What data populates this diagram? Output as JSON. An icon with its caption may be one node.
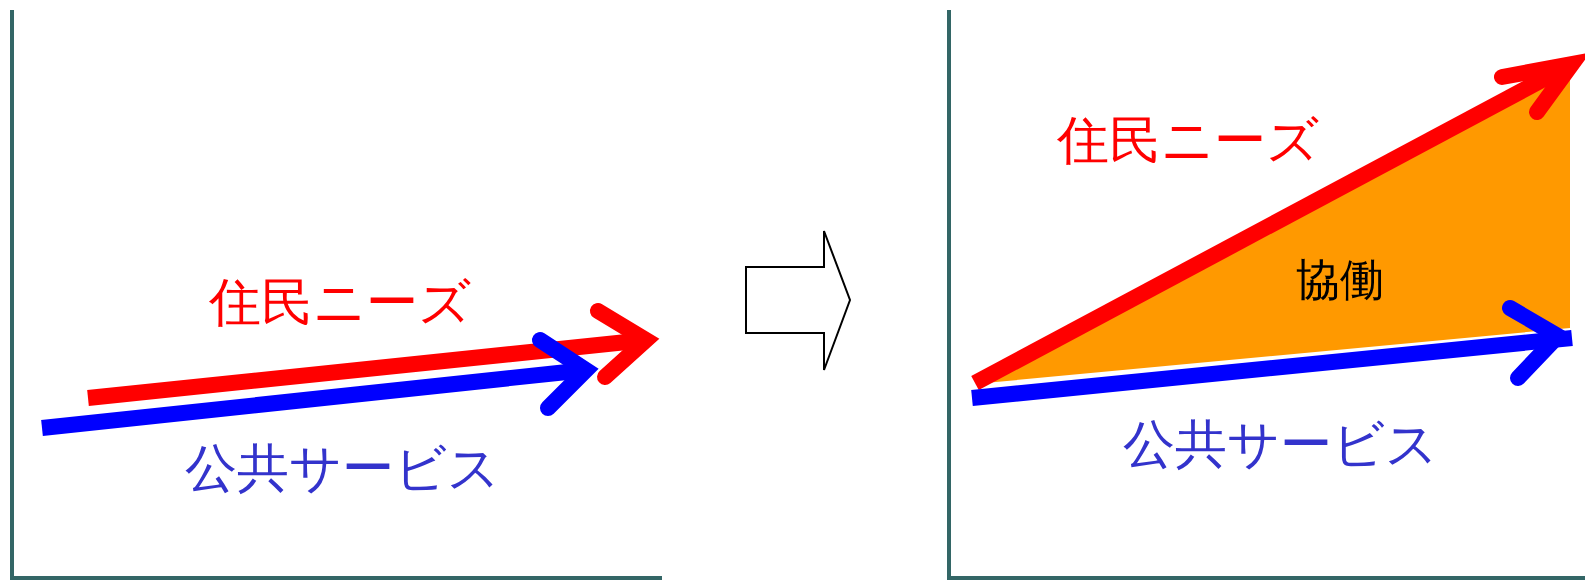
{
  "diagram": {
    "nodes": [
      {
        "text": [
          "協働"
        ]
      }
    ],
    "labels": [
      "住民ニーズ",
      "公共サービス",
      "住民ニーズ",
      "公共サービス"
    ]
  }
}
